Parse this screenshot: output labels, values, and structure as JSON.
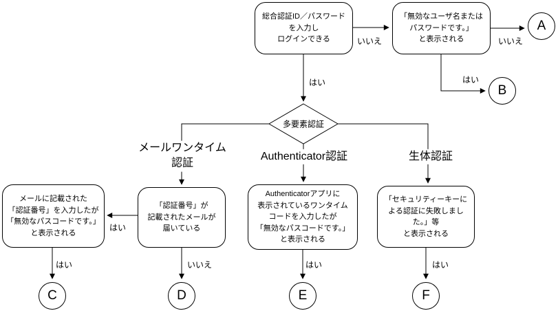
{
  "colors": {
    "line": "#000000",
    "background": "#ffffff",
    "text": "#000000"
  },
  "flowchart": {
    "nodes": {
      "login": "総合認証ID／パスワード\nを入力し\nログインできる",
      "invalid_user": "「無効なユーザ名または\nパスワードです。」\nと表示される",
      "decision_mfa": "多要素認証",
      "mail_code_fail": "メールに記載された\n「認証番号」を入力したが\n「無効なパスコードです。」\nと表示される",
      "mail_received": "「認証番号」が\n記載されたメールが\n届いている",
      "authenticator_fail": "Authenticatorアプリに\n表示されているワンタイム\nコードを入力したが\n「無効なパスコードです。」\nと表示される",
      "security_key_fail": "「セキュリティーキーに\nよる認証に失敗しまし\nた。」等\nと表示される"
    },
    "branch_labels": {
      "mail_otp": "メールワンタイム\n認証",
      "authenticator": "Authenticator認証",
      "biometric": "生体認証"
    },
    "edge_labels": {
      "login_to_invalid": "いいえ",
      "invalid_to_a": "いいえ",
      "login_to_decision": "はい",
      "invalid_to_b": "はい",
      "mail_fail_to_c": "はい",
      "mail_received_to_fail": "はい",
      "mail_received_to_d": "いいえ",
      "authenticator_to_e": "はい",
      "security_key_to_f": "はい"
    },
    "terminals": {
      "a": "A",
      "b": "B",
      "c": "C",
      "d": "D",
      "e": "E",
      "f": "F"
    }
  }
}
